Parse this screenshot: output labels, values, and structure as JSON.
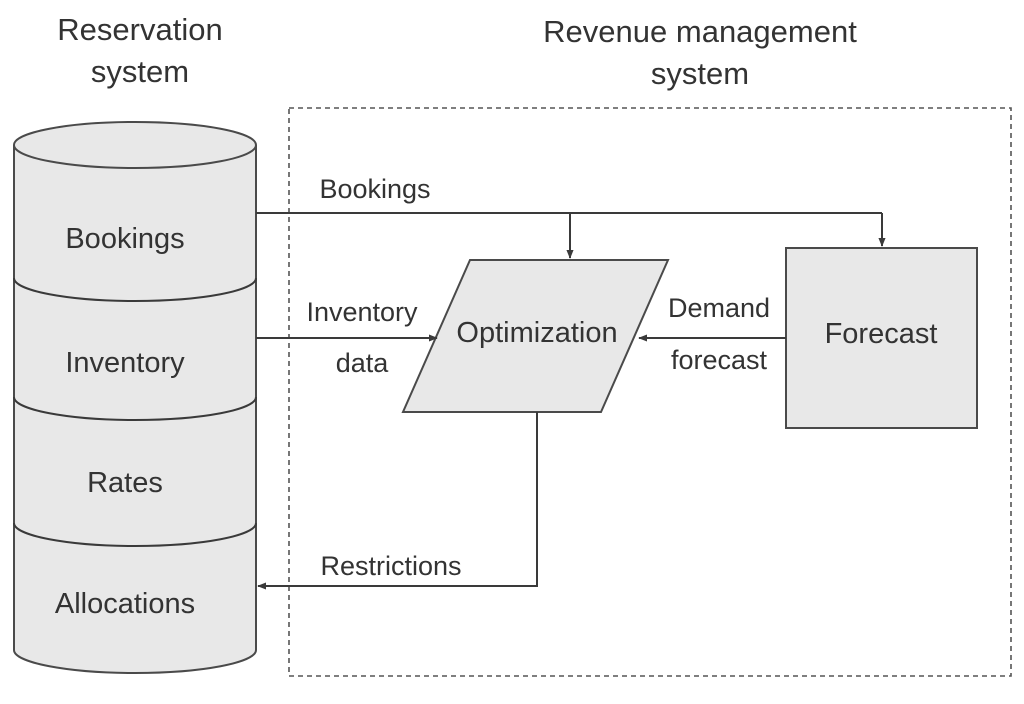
{
  "titles": {
    "reservation": [
      "Reservation",
      "system"
    ],
    "revenue": [
      "Revenue management",
      "system"
    ]
  },
  "database_sections": [
    "Bookings",
    "Inventory",
    "Rates",
    "Allocations"
  ],
  "nodes": {
    "optimization": "Optimization",
    "forecast": "Forecast"
  },
  "edges": {
    "bookings": "Bookings",
    "inventory_data": [
      "Inventory",
      "data"
    ],
    "demand_forecast": [
      "Demand",
      "forecast"
    ],
    "restrictions": "Restrictions"
  },
  "colors": {
    "shape_fill": "#e8e8e8",
    "stroke": "#3a3a3a",
    "text": "#333333"
  }
}
